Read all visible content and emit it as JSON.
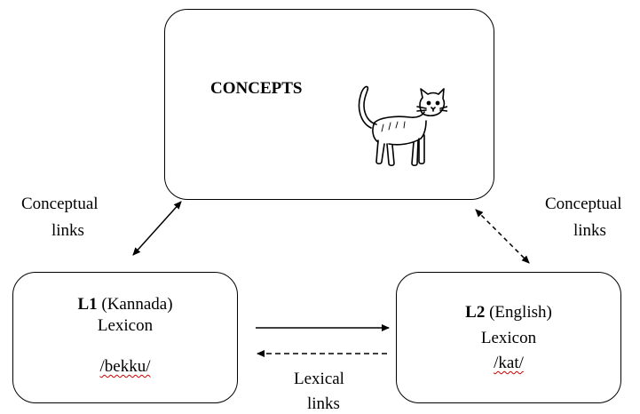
{
  "concepts": {
    "title": "CONCEPTS",
    "icon": "cat-icon"
  },
  "l1": {
    "code": "L1",
    "language": "(Kannada)",
    "label": "Lexicon",
    "word": "/bekku/"
  },
  "l2": {
    "code": "L2",
    "language": "(English)",
    "label": "Lexicon",
    "word": "/kat/"
  },
  "links": {
    "conceptual_left_1": "Conceptual",
    "conceptual_left_2": "links",
    "conceptual_right_1": "Conceptual",
    "conceptual_right_2": "links",
    "lexical_1": "Lexical",
    "lexical_2": "links"
  },
  "colors": {
    "stroke": "#000000",
    "spellcheck_underline": "#cc0000"
  }
}
